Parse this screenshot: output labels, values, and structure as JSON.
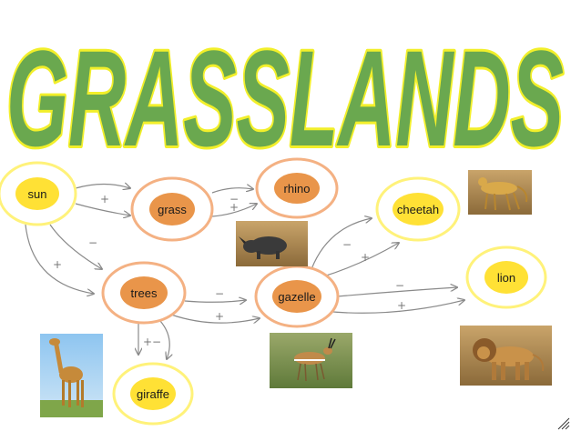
{
  "title": "GRASSLANDS",
  "colors": {
    "title_fill": "#6aa84f",
    "title_stroke": "#f2ef2a",
    "yellow_ring": "#fff27a",
    "yellow_core": "#ffe135",
    "orange_ring": "#f4b183",
    "orange_core": "#e9954a",
    "arrow": "#8a8a8a",
    "sign": "#777777"
  },
  "nodes": {
    "sun": "sun",
    "grass": "grass",
    "rhino": "rhino",
    "cheetah": "cheetah",
    "trees": "trees",
    "gazelle": "gazelle",
    "lion": "lion",
    "giraffe": "giraffe"
  },
  "signs": {
    "sun_grass_plus": "+",
    "sun_trees_minus": "−",
    "sun_trees_plus": "+",
    "grass_rhino_minus": "−",
    "grass_rhino_plus": "+",
    "trees_gazelle_minus": "−",
    "trees_gazelle_plus": "+",
    "gazelle_cheetah_minus": "−",
    "gazelle_cheetah_plus": "+",
    "gazelle_lion_minus": "−",
    "gazelle_lion_plus": "+",
    "trees_giraffe_plus": "+",
    "trees_giraffe_minus": "−"
  },
  "photos": {
    "cheetah": "cheetah-photo",
    "rhino": "rhino-photo",
    "giraffe": "giraffe-photo",
    "gazelle": "gazelle-photo",
    "lion": "lion-photo"
  }
}
